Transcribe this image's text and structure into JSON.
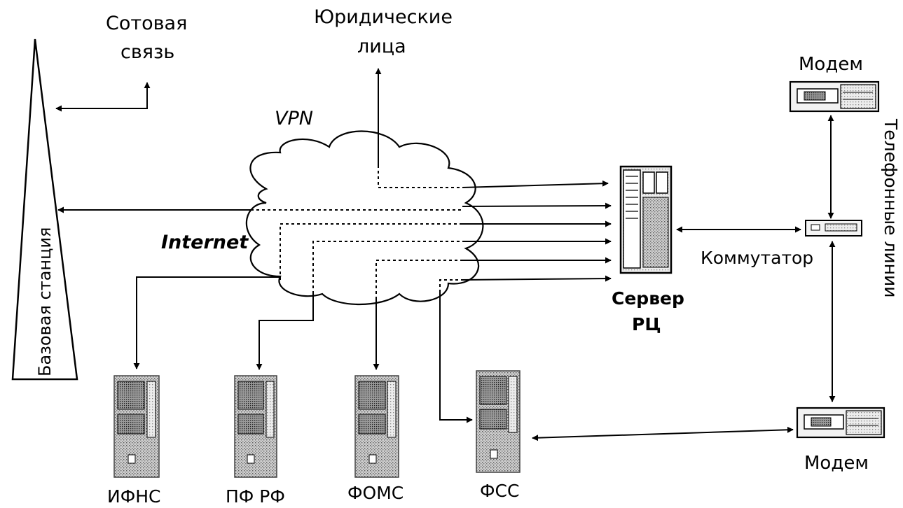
{
  "labels": {
    "cellular_line1": "Сотовая",
    "cellular_line2": "связь",
    "legal_line1": "Юридические",
    "legal_line2": "лица",
    "vpn": "VPN",
    "internet": "Internet",
    "base_station": "Базовая станция",
    "server_line1": "Сервер",
    "server_line2": "РЦ",
    "switch": "Коммутатор",
    "phone_lines": "Телефонные линии",
    "modem_top": "Модем",
    "modem_bottom": "Модем",
    "ifns": "ИФНС",
    "pfrf": "ПФ РФ",
    "foms": "ФОМС",
    "fss": "ФСС"
  }
}
